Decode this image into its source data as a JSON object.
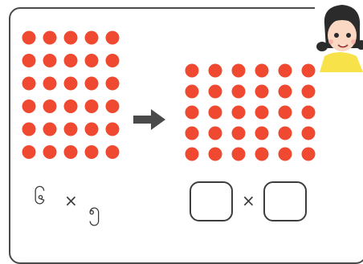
{
  "left_array": {
    "rows": 6,
    "cols": 5
  },
  "right_array": {
    "rows": 5,
    "cols": 6
  },
  "left_expression": {
    "factor_a": "၆",
    "operator": "×",
    "factor_b": "၅"
  },
  "right_expression": {
    "operator": "×",
    "box_a": "",
    "box_b": ""
  },
  "colors": {
    "dot": "#ef4a31",
    "arrow": "#4a4a4a",
    "border": "#4a4a4a"
  }
}
